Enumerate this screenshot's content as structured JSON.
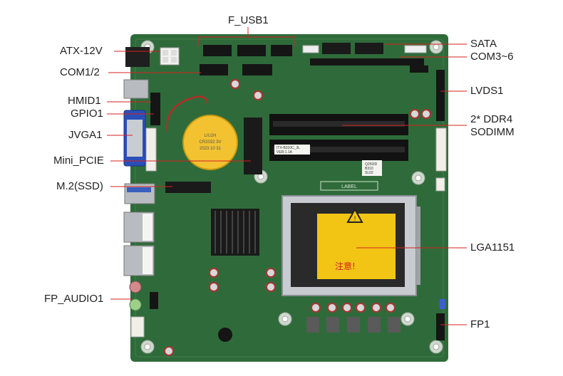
{
  "labels": {
    "f_usb1": "F_USB1",
    "atx_12v": "ATX-12V",
    "com1_2": "COM1/2",
    "hmid1": "HMID1",
    "gpio1": "GPIO1",
    "jvga1": "JVGA1",
    "mini_pcie": "Mini_PCIE",
    "m2_ssd": "M.2(SSD)",
    "fp_audio1": "FP_AUDIO1",
    "sata": "SATA",
    "com3_6": "COM3~6",
    "lvds1": "LVDS1",
    "ddr4_line1": "2* DDR4",
    "ddr4_line2": "SODIMM",
    "lga1151": "LGA1151",
    "fp1": "FP1"
  },
  "silkscreen": {
    "label": "LABEL",
    "board_model": "ITX-B310C_3L",
    "version": "VER:1.1A",
    "chipset": "Q250ID",
    "chipset2": "B310",
    "chipset3": "SL02",
    "battery_1": "LIU2H",
    "battery_2": "CR2032 3V",
    "battery_3": "2023 10 31",
    "warning": "注意!"
  },
  "colors": {
    "pcb": "#2f6b3a",
    "pcb_dark": "#23552d",
    "leader": "#d62020",
    "text": "#222222"
  }
}
